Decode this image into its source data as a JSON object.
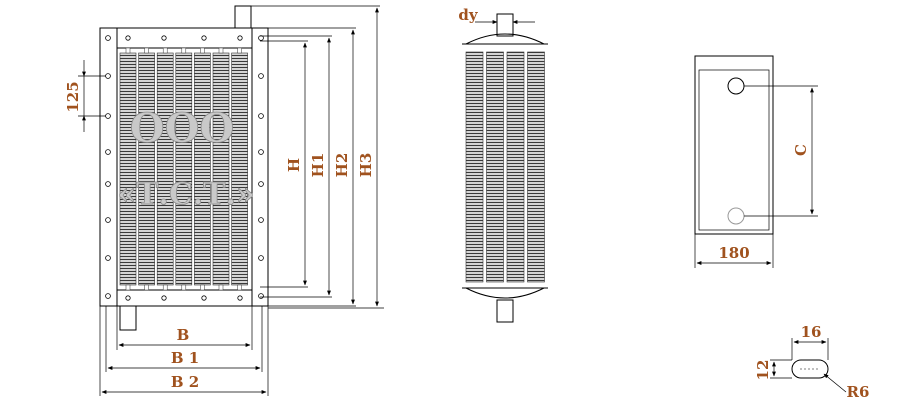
{
  "front_view": {
    "watermark_line1": "ООО",
    "watermark_line2": "«Т.С.Т.»",
    "dim_pitch": "125",
    "dim_H": "H",
    "dim_H1": "H1",
    "dim_H2": "H2",
    "dim_H3": "H3",
    "dim_B": "B",
    "dim_B1": "B 1",
    "dim_B2": "B 2"
  },
  "side_view": {
    "dim_dy": "dy"
  },
  "flange_view": {
    "dim_C": "C",
    "dim_width": "180"
  },
  "slot_detail": {
    "dim_length": "16",
    "dim_height": "12",
    "dim_radius": "R6"
  },
  "colors": {
    "dimension_text": "#a0521e",
    "lines": "#000000",
    "fins": "#555555"
  }
}
